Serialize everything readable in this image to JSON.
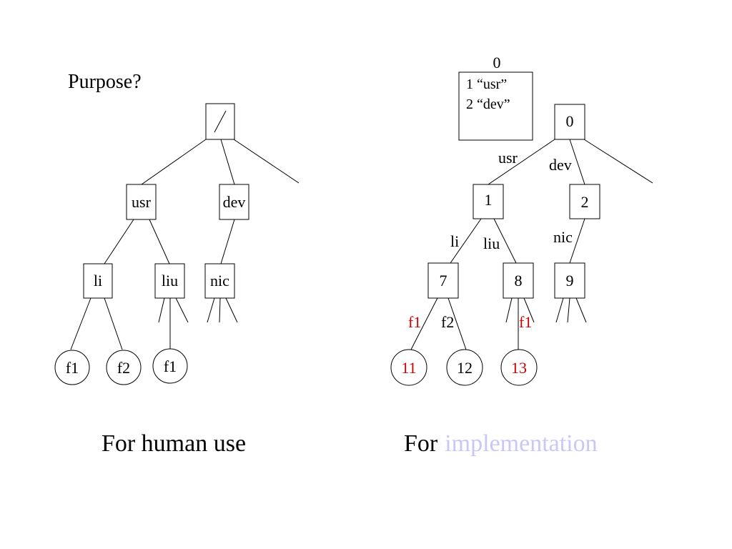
{
  "purpose": "Purpose?",
  "human_tree": {
    "root": "/",
    "usr": "usr",
    "dev": "dev",
    "li": "li",
    "liu": "liu",
    "nic": "nic",
    "leaf_f1_a": "f1",
    "leaf_f2": "f2",
    "leaf_f1_b": "f1"
  },
  "impl_tree": {
    "top_label": "0",
    "table_line1": "1 “usr”",
    "table_line2": "2 “dev”",
    "root": "0",
    "edge_usr": "usr",
    "edge_dev": "dev",
    "node_1": "1",
    "node_2": "2",
    "edge_li": "li",
    "edge_liu": "liu",
    "edge_nic": "nic",
    "node_7": "7",
    "node_8": "8",
    "node_9": "9",
    "edge_f1_a": "f1",
    "edge_f2": "f2",
    "edge_f1_b": "f1",
    "leaf_11": "11",
    "leaf_12": "12",
    "leaf_13": "13"
  },
  "captions": {
    "human": "For human use",
    "impl_prefix": "For",
    "impl_highlight": "implementation"
  },
  "colors": {
    "highlight_red": "#cc0000",
    "implementation_blue": "#c8c8f8"
  }
}
